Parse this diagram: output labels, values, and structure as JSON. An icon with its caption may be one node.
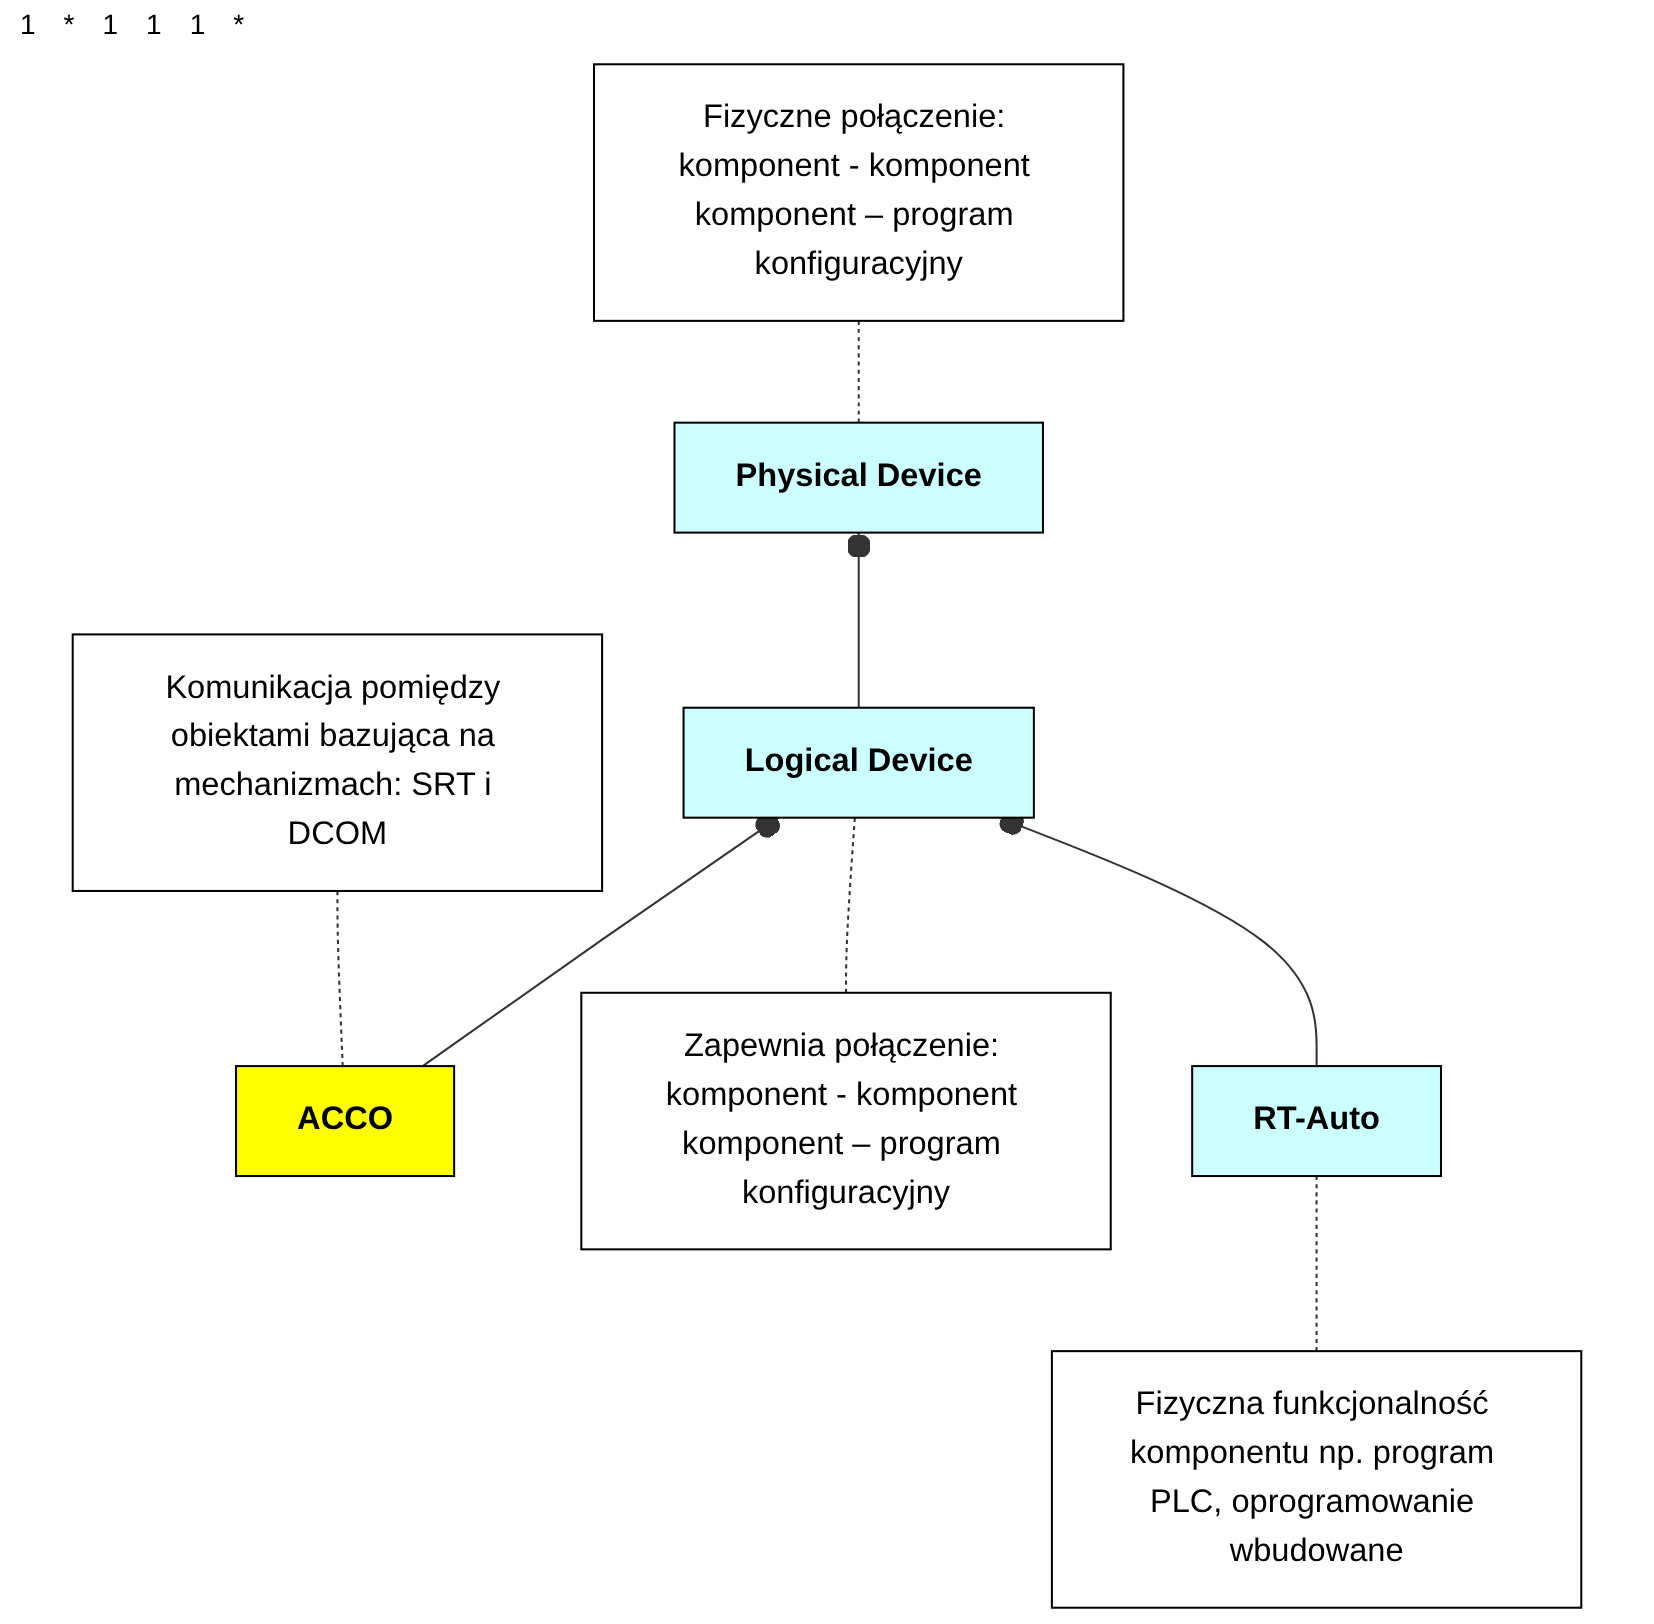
{
  "diagram": {
    "nodes": [
      {
        "text": [
          "Fizyczne połączenie: komponent - komponent komponent – program konfiguracyjny"
        ]
      },
      {
        "text": [
          "Physical Device"
        ]
      },
      {
        "text": [
          "Komunikacja pomiędzy obiektami bazująca na mechanizmach: SRT i DCOM"
        ]
      },
      {
        "text": [
          "Logical Device"
        ]
      },
      {
        "text": [
          "ACCO"
        ]
      },
      {
        "text": [
          "Zapewnia połączenie: komponent - komponent komponent – program konfiguracyjny"
        ]
      },
      {
        "text": [
          "RT-Auto"
        ]
      },
      {
        "text": [
          "Fizyczna funkcjonalność komponentu np. program PLC, oprogramowanie wbudowane"
        ]
      }
    ],
    "edges": [
      {
        "from": 1,
        "to": 0,
        "arrow": "none",
        "style": "dashed"
      },
      {
        "from": 3,
        "to": 1,
        "arrow": "other"
      },
      {
        "from": 4,
        "to": 2,
        "arrow": "none",
        "style": "dashed"
      },
      {
        "from": 4,
        "to": 3,
        "arrow": "other"
      },
      {
        "from": 5,
        "to": 3,
        "arrow": "none",
        "style": "dashed"
      },
      {
        "from": 6,
        "to": 3,
        "arrow": "other"
      },
      {
        "from": 7,
        "to": 6,
        "arrow": "none",
        "style": "dashed"
      }
    ],
    "labels": [
      "1",
      "*",
      "1",
      "1",
      "1",
      "*"
    ]
  }
}
